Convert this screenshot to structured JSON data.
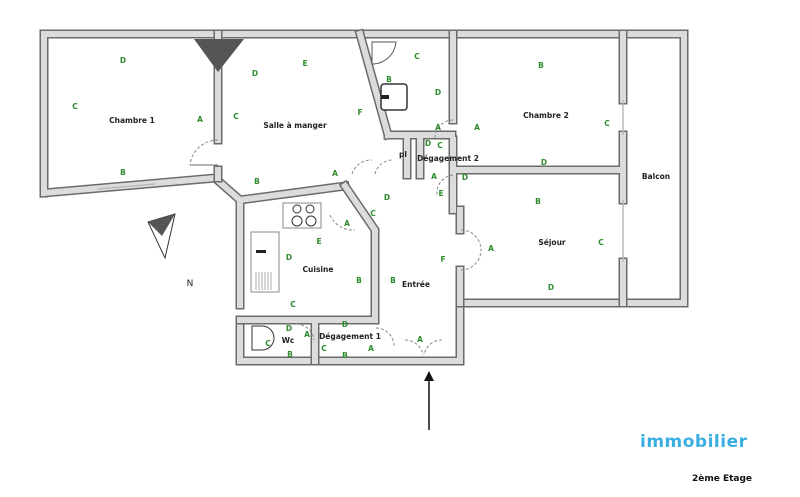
{
  "rooms": {
    "chambre1": "Chambre 1",
    "salle": "Salle à manger",
    "placard": "pl",
    "degagement2": "Dégagement 2",
    "chambre2": "Chambre 2",
    "balcon": "Balcon",
    "sejour": "Séjour",
    "cuisine": "Cuisine",
    "entree": "Entrée",
    "wc": "Wc",
    "degagement1": "Dégagement 1"
  },
  "wall_letters": [
    "D",
    "C",
    "A",
    "B",
    "D",
    "E",
    "C",
    "F",
    "B",
    "A",
    "C",
    "B",
    "D",
    "A",
    "C",
    "D",
    "A",
    "E",
    "D",
    "D",
    "B",
    "A",
    "C",
    "D",
    "B",
    "A",
    "C",
    "D",
    "A",
    "C",
    "E",
    "D",
    "B",
    "C",
    "B",
    "F",
    "D",
    "A",
    "C",
    "B",
    "D",
    "C",
    "B",
    "A",
    "A"
  ],
  "compass": {
    "north_label": "N"
  },
  "branding": {
    "logo": "immobilier"
  },
  "floor_label": "2ème Etage",
  "colors": {
    "wall": "#6b6b6b",
    "wall_fill": "#dcdcdc",
    "letters": "#2e8b2e",
    "logo": "#3aaee0"
  }
}
